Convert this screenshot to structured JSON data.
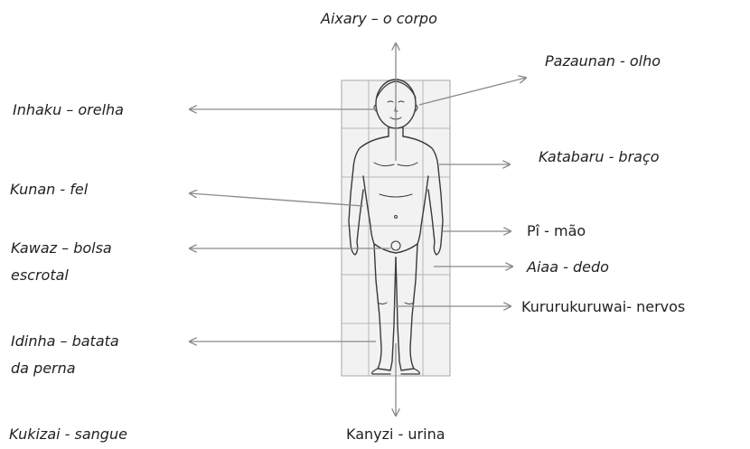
{
  "labels": {
    "corpo": "Aixary – o corpo",
    "olho": "Pazaunan - olho",
    "orelha": "Inhaku – orelha",
    "braco": "Katabaru - braço",
    "fel": "Kunan - fel",
    "mao": "Pî - mão",
    "bolsa_line1": "Kawaz – bolsa",
    "bolsa_line2": "escrotal",
    "dedo": "Aiaa - dedo",
    "nervos": "Kururukuruwai- nervos",
    "perna_line1": "Idinha – batata",
    "perna_line2": "da perna",
    "sangue": "Kukizai - sangue",
    "urina": "Kanyzi - urina"
  },
  "colors": {
    "arrow": "#8a8a8a",
    "figure_stroke": "#3a3a3a",
    "grid": "#b5b5b5",
    "panel": "#f2f2f2"
  }
}
